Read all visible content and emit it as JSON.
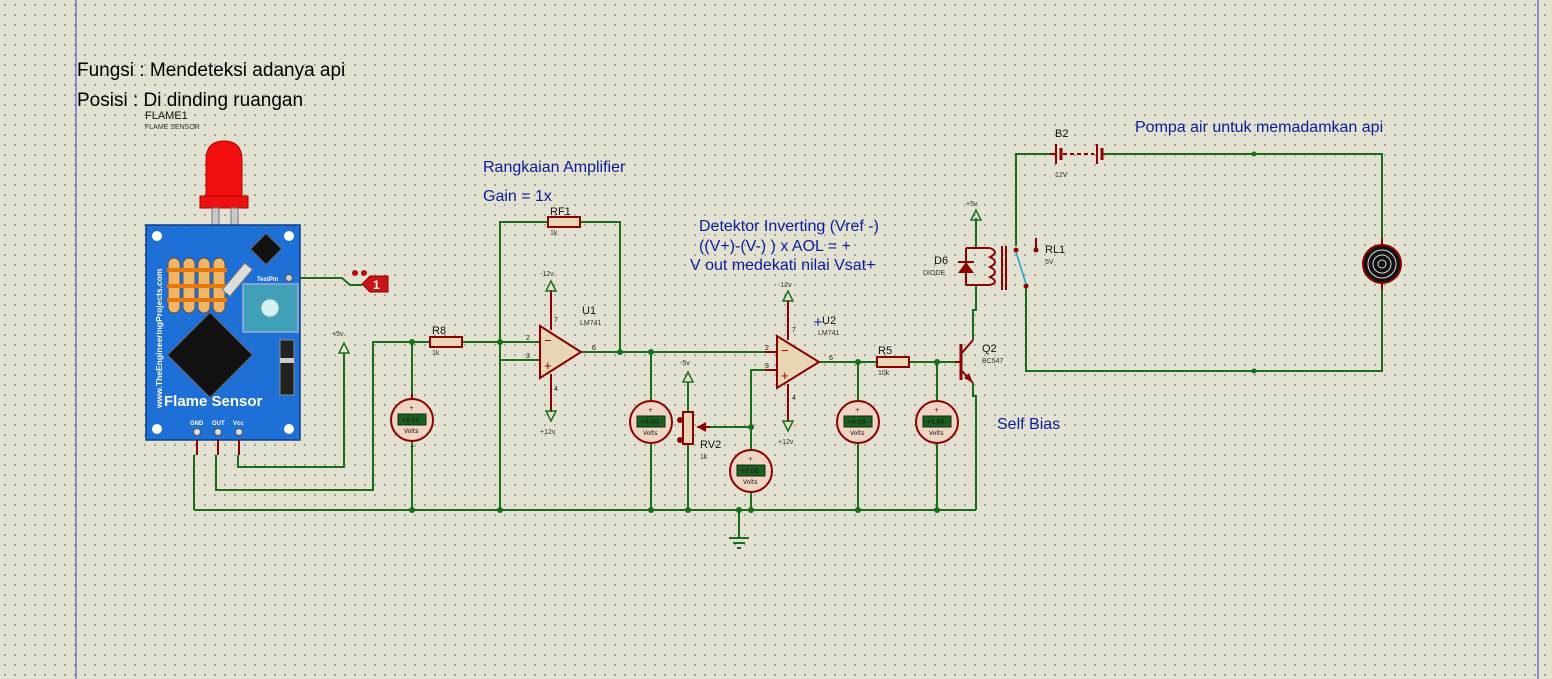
{
  "notes": {
    "fungsi": "Fungsi : Mendeteksi adanya api",
    "posisi": "Posisi  : Di dinding ruangan",
    "amp_title": "Rangkaian Amplifier",
    "amp_gain": "Gain = 1x",
    "det_line1": "Detektor Inverting (Vref -)",
    "det_line2": "((V+)-(V-) ) x AOL = +",
    "det_line3": "V out medekati nilai Vsat+",
    "pump": "Pompa air untuk memadamkan api",
    "self_bias": "Self Bias"
  },
  "sensor": {
    "ref": "FLAME1",
    "type": "FLAME SENSOR",
    "board_title": "Flame Sensor",
    "website": "www.TheEngineeringProjects.com",
    "testpin": "TestPin",
    "pins": [
      "GND",
      "OUT",
      "Vcc"
    ],
    "probe": "1"
  },
  "components": {
    "rf1": {
      "ref": "RF1",
      "value": "1k"
    },
    "r8": {
      "ref": "R8",
      "value": "1k"
    },
    "r5": {
      "ref": "R5",
      "value": "10k"
    },
    "rv2": {
      "ref": "RV2",
      "value": "1k"
    },
    "u1": {
      "ref": "U1",
      "type": "LM741"
    },
    "u2": {
      "ref": "U2",
      "type": "LM741"
    },
    "q2": {
      "ref": "Q2",
      "type": "BC547"
    },
    "d6": {
      "ref": "D6",
      "type": "DIODE"
    },
    "rl1": {
      "ref": "RL1",
      "value": "5V"
    },
    "b2": {
      "ref": "B2",
      "value": "12V"
    }
  },
  "power": {
    "p5v": "+5v",
    "p12v": "+12v",
    "n12v": "-12v",
    "n5v": "-5v"
  },
  "opamp_pins": {
    "inv": "2",
    "noninv": "3",
    "out": "6",
    "vpos": "7",
    "vneg": "4"
  },
  "meter": {
    "display": "+0.00",
    "unit": "Volts"
  },
  "colors": {
    "wire": "#1a6d1a",
    "component": "#8b0000",
    "board": "#1e6fd6",
    "annotation": "#0a1e9c",
    "background": "#e3e2d2"
  }
}
